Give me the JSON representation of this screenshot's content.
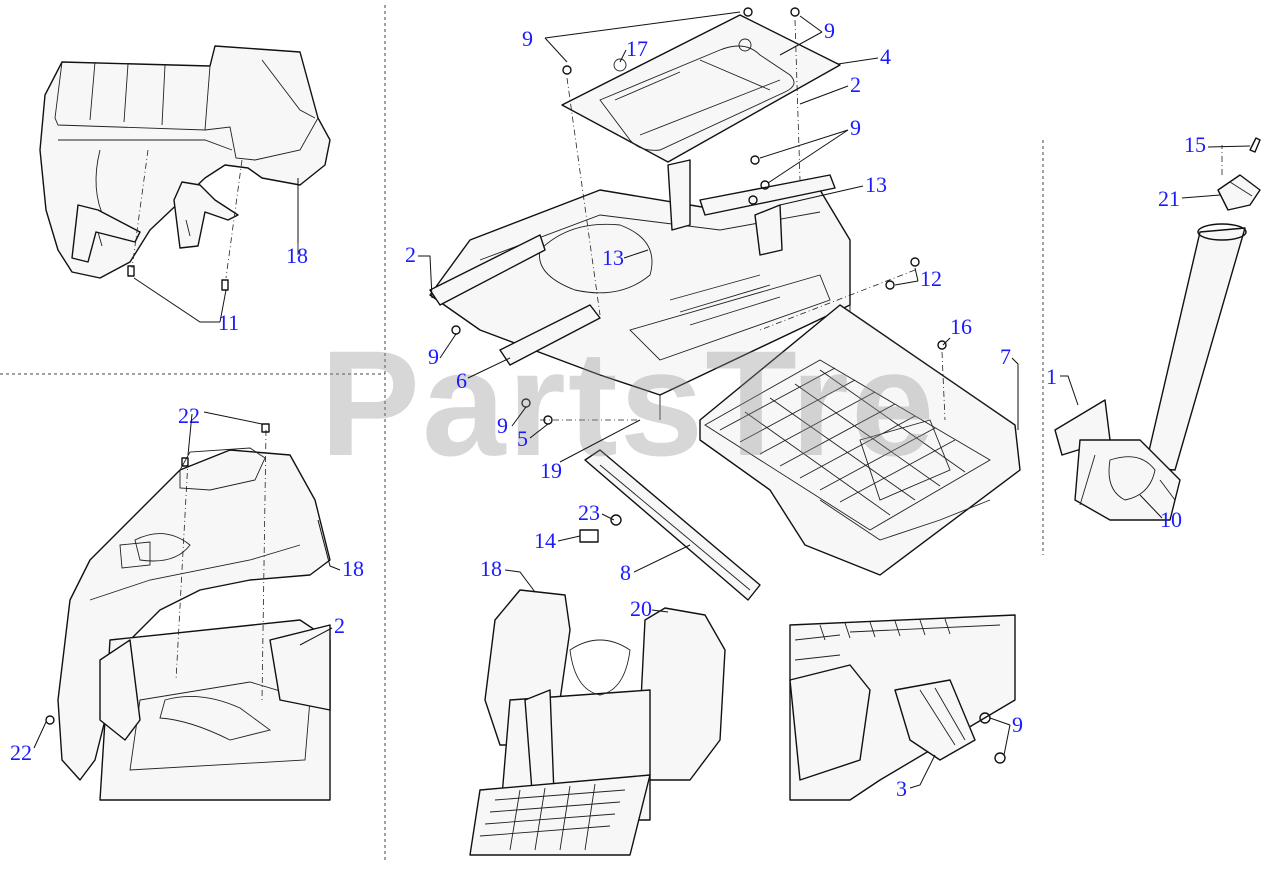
{
  "watermark": {
    "text": "PartsTre"
  },
  "callouts": [
    {
      "id": "c-9-a",
      "label": "9"
    },
    {
      "id": "c-17",
      "label": "17"
    },
    {
      "id": "c-9-b",
      "label": "9"
    },
    {
      "id": "c-4",
      "label": "4"
    },
    {
      "id": "c-2-a",
      "label": "2"
    },
    {
      "id": "c-9-c",
      "label": "9"
    },
    {
      "id": "c-13-a",
      "label": "13"
    },
    {
      "id": "c-2-b",
      "label": "2"
    },
    {
      "id": "c-13-b",
      "label": "13"
    },
    {
      "id": "c-12",
      "label": "12"
    },
    {
      "id": "c-9-d",
      "label": "9"
    },
    {
      "id": "c-16",
      "label": "16"
    },
    {
      "id": "c-6",
      "label": "6"
    },
    {
      "id": "c-7",
      "label": "7"
    },
    {
      "id": "c-9-e",
      "label": "9"
    },
    {
      "id": "c-5",
      "label": "5"
    },
    {
      "id": "c-19",
      "label": "19"
    },
    {
      "id": "c-23",
      "label": "23"
    },
    {
      "id": "c-14",
      "label": "14"
    },
    {
      "id": "c-8",
      "label": "8"
    },
    {
      "id": "c-18-a",
      "label": "18"
    },
    {
      "id": "c-11",
      "label": "11"
    },
    {
      "id": "c-22-a",
      "label": "22"
    },
    {
      "id": "c-18-b",
      "label": "18"
    },
    {
      "id": "c-2-c",
      "label": "2"
    },
    {
      "id": "c-22-b",
      "label": "22"
    },
    {
      "id": "c-18-c",
      "label": "18"
    },
    {
      "id": "c-20",
      "label": "20"
    },
    {
      "id": "c-9-f",
      "label": "9"
    },
    {
      "id": "c-3",
      "label": "3"
    },
    {
      "id": "c-15",
      "label": "15"
    },
    {
      "id": "c-21",
      "label": "21"
    },
    {
      "id": "c-1",
      "label": "1"
    },
    {
      "id": "c-10",
      "label": "10"
    }
  ]
}
